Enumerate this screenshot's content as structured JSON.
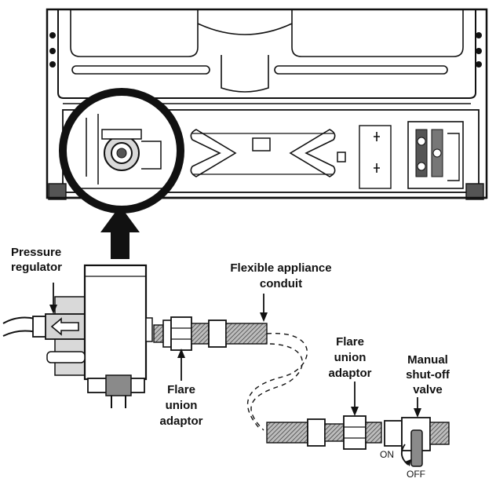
{
  "labels": {
    "pressure_regulator": [
      "Pressure",
      "regulator"
    ],
    "flexible_conduit": [
      "Flexible appliance",
      "conduit"
    ],
    "flare_union_left": [
      "Flare",
      "union",
      "adaptor"
    ],
    "flare_union_right": [
      "Flare",
      "union",
      "adaptor"
    ],
    "shutoff_valve": [
      "Manual",
      "shut-off",
      "valve"
    ],
    "valve_on": "ON",
    "valve_off": "OFF"
  },
  "colors": {
    "line": "#111111",
    "fill_light": "#f2f2f2",
    "fill_dark": "#8a8a8a"
  }
}
